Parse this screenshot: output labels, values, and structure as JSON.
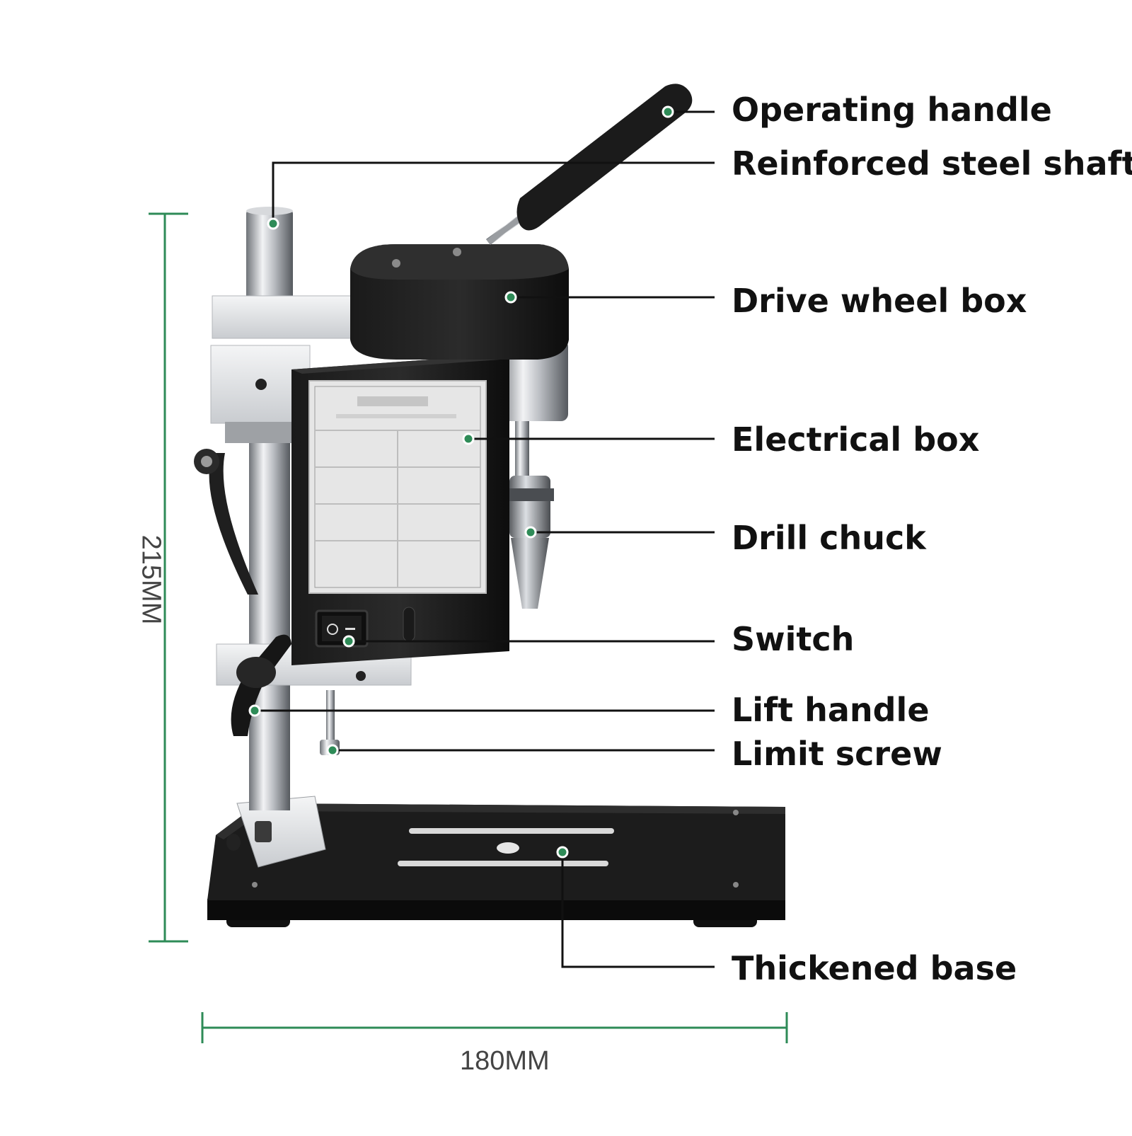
{
  "colors": {
    "dimension_line": "#2e8b57",
    "marker_dot": "#2e8b57",
    "leader_line": "#111111",
    "label_text": "#111111",
    "dimension_text": "#444444"
  },
  "callouts": [
    {
      "id": "operating-handle",
      "label": "Operating handle"
    },
    {
      "id": "reinforced-steel-shaft",
      "label": "Reinforced steel shaft"
    },
    {
      "id": "drive-wheel-box",
      "label": "Drive wheel box"
    },
    {
      "id": "electrical-box",
      "label": "Electrical box"
    },
    {
      "id": "drill-chuck",
      "label": "Drill chuck"
    },
    {
      "id": "switch",
      "label": "Switch"
    },
    {
      "id": "lift-handle",
      "label": "Lift handle"
    },
    {
      "id": "limit-screw",
      "label": "Limit screw"
    },
    {
      "id": "thickened-base",
      "label": "Thickened base"
    }
  ],
  "dimensions": {
    "height": "215MM",
    "width": "180MM"
  }
}
